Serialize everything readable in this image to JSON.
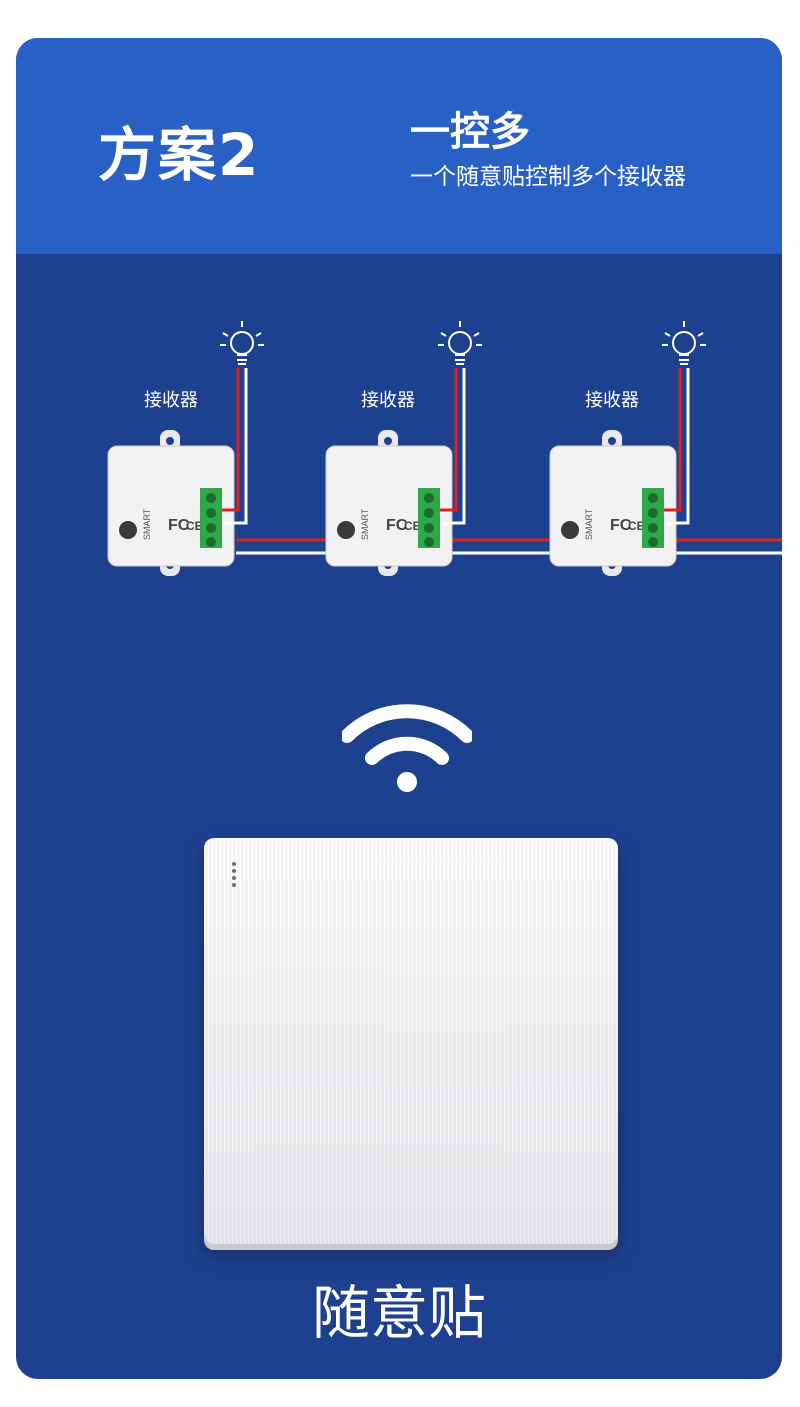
{
  "header": {
    "plan_title": "方案2",
    "mode_title": "一控多",
    "mode_subtitle": "一个随意贴控制多个接收器"
  },
  "receivers": [
    {
      "label": "接收器"
    },
    {
      "label": "接收器"
    },
    {
      "label": "接收器"
    }
  ],
  "switch": {
    "label": "随意贴"
  },
  "colors": {
    "header_bg": "#2860c6",
    "body_bg": "#1e418f",
    "wire_live": "#d9221c",
    "wire_neutral": "#ffffff",
    "terminal": "#2fa84a"
  },
  "icons": [
    "bulb-icon",
    "wifi-icon"
  ]
}
